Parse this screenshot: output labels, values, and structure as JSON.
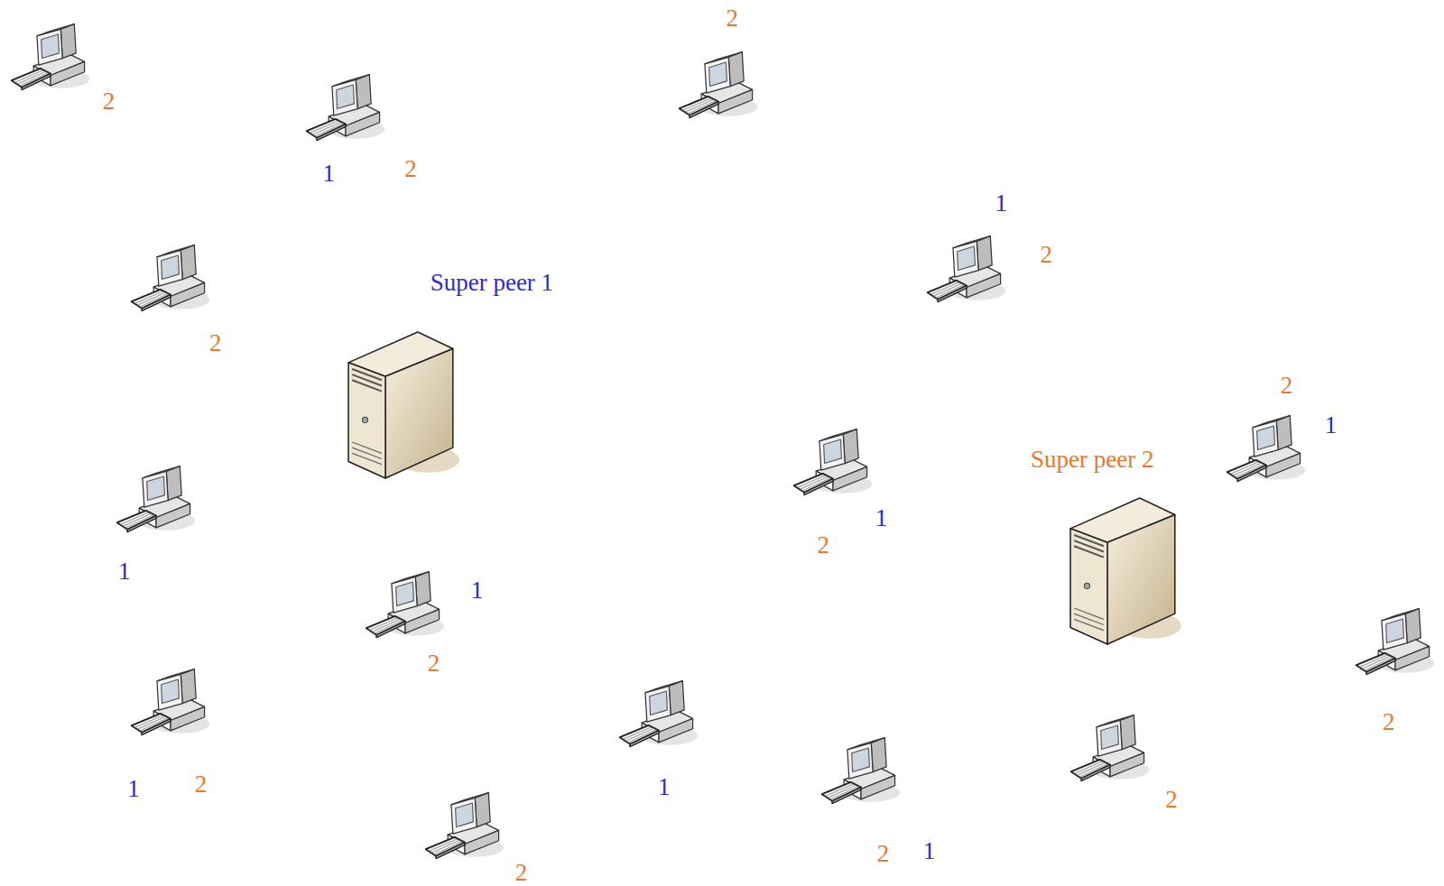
{
  "diagram": {
    "nodes": [
      {
        "text": [
          "2"
        ]
      },
      {
        "text": [
          "2"
        ]
      },
      {
        "text": [
          "1",
          "2"
        ]
      },
      {
        "text": [
          "1",
          "2"
        ]
      },
      {
        "text": [
          "2"
        ]
      },
      {
        "text": [
          "Super peer 1"
        ]
      },
      {
        "text": [
          "2",
          "1"
        ]
      },
      {
        "text": [
          "1",
          "2"
        ]
      },
      {
        "text": [
          "1"
        ]
      },
      {
        "text": [
          "Super peer 2"
        ]
      },
      {
        "text": [
          "1",
          "2"
        ]
      },
      {
        "text": [
          "2"
        ]
      },
      {
        "text": [
          "1",
          "2"
        ]
      },
      {
        "text": [
          "1"
        ]
      },
      {
        "text": [
          "2"
        ]
      },
      {
        "text": [
          "2",
          "1"
        ]
      },
      {
        "text": [
          "2"
        ]
      }
    ]
  }
}
